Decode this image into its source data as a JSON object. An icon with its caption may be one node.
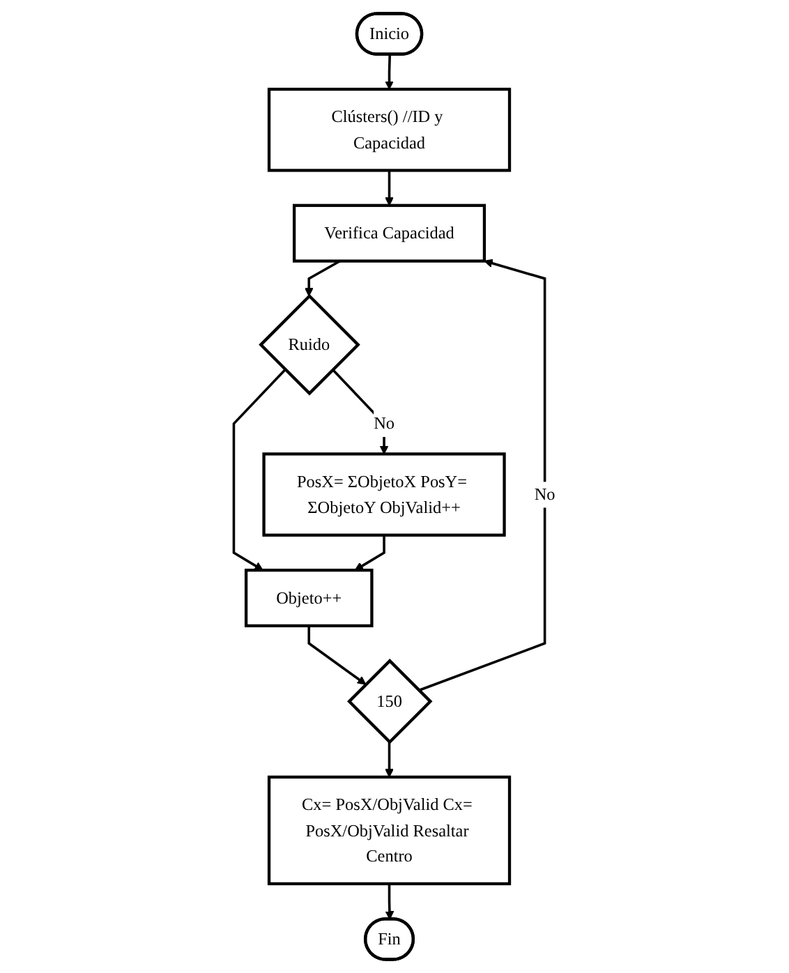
{
  "diagram": {
    "nodes": [
      {
        "text": [
          "Inicio"
        ]
      },
      {
        "text": [
          "Clústers() //ID y Capacidad"
        ]
      },
      {
        "text": [
          "Verifica Capacidad"
        ]
      },
      {
        "text": [
          "Ruido"
        ]
      },
      {
        "text": [
          "PosX= ΣObjetoX PosY= ΣObjetoY ObjValid++"
        ]
      },
      {
        "text": [
          "Objeto++"
        ]
      },
      {
        "text": [
          "150"
        ]
      },
      {
        "text": [
          "Cx= PosX/ObjValid Cx= PosX/ObjValid Resaltar Centro"
        ]
      },
      {
        "text": [
          "Fin"
        ]
      }
    ],
    "edges": [
      {
        "from": 0,
        "to": 1,
        "arrow": "to"
      },
      {
        "from": 1,
        "to": 2,
        "arrow": "to"
      },
      {
        "from": 2,
        "to": 3,
        "arrow": "to"
      },
      {
        "from": 3,
        "to": 4,
        "arrow": "to",
        "label": "No"
      },
      {
        "from": 3,
        "to": 5,
        "arrow": "to"
      },
      {
        "from": 4,
        "to": 5,
        "arrow": "to"
      },
      {
        "from": 5,
        "to": 6,
        "arrow": "to"
      },
      {
        "from": 6,
        "to": 2,
        "arrow": "to",
        "label": "No"
      },
      {
        "from": 6,
        "to": 7,
        "arrow": "to"
      },
      {
        "from": 7,
        "to": 8,
        "arrow": "to"
      }
    ]
  }
}
